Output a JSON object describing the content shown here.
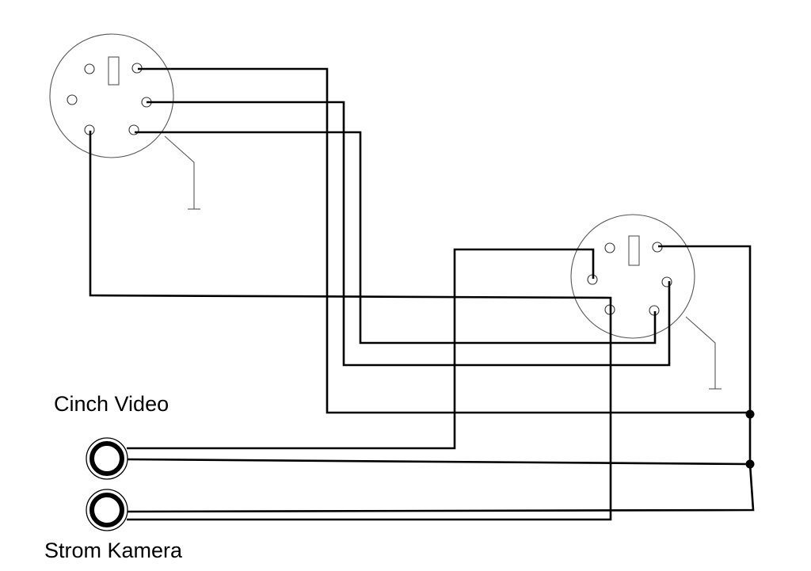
{
  "labels": {
    "cinch_video": "Cinch Video",
    "strom_kamera": "Strom Kamera"
  },
  "colors": {
    "wire": "#000000",
    "outline": "#555555",
    "background": "#ffffff"
  },
  "components": [
    "mini-din-connector",
    "mini-din-connector",
    "rca-jack",
    "rca-jack",
    "ground-symbol",
    "ground-symbol",
    "junction-dot",
    "junction-dot"
  ]
}
